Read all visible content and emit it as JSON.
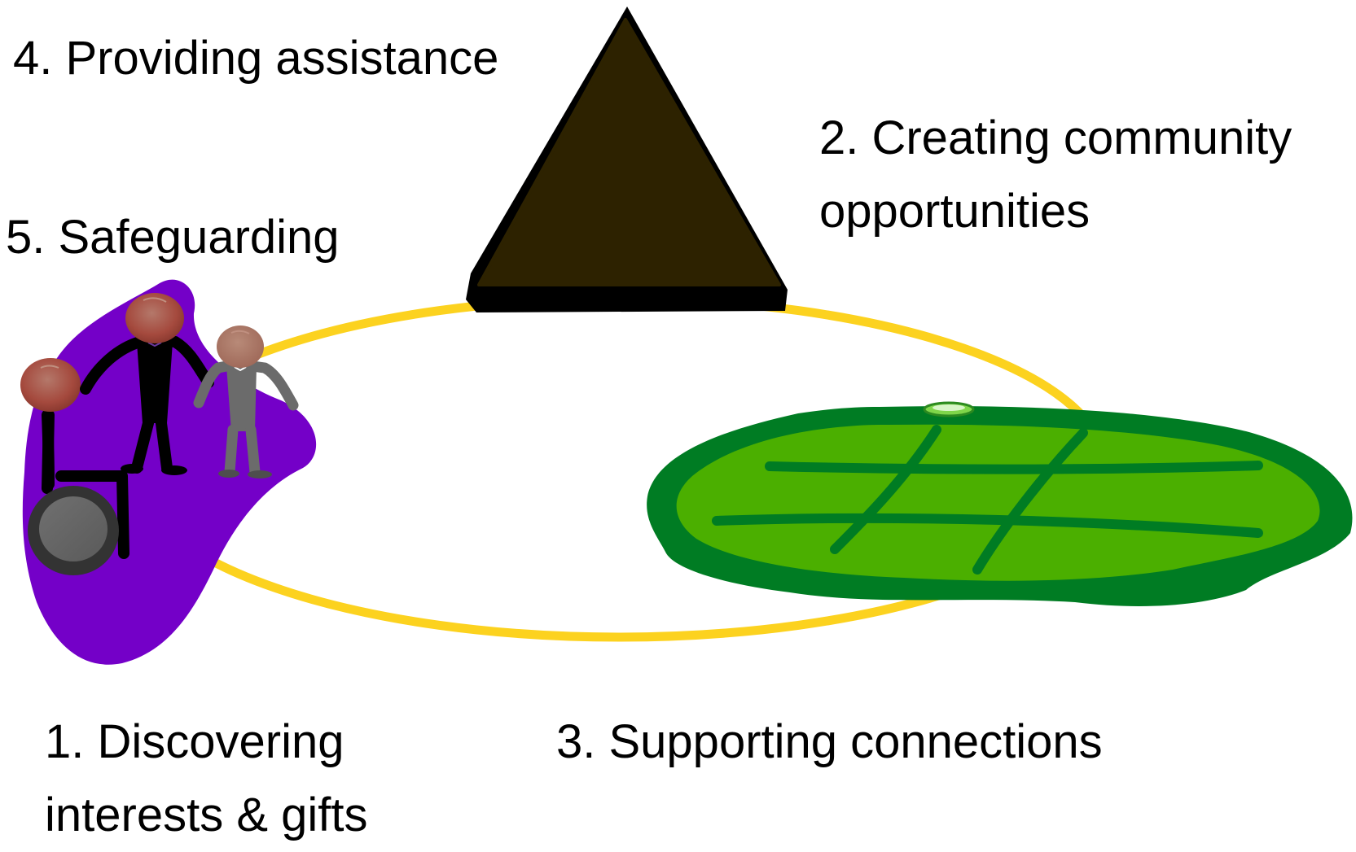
{
  "labels": {
    "step_4": "4. Providing assistance",
    "step_2_line1": "2. Creating community",
    "step_2_line2": "opportunities",
    "step_5": "5. Safeguarding",
    "step_1_line1": "1. Discovering",
    "step_1_line2": "interests & gifts",
    "step_3": "3. Supporting connections"
  },
  "colors": {
    "ring": "#fcd21f",
    "triangle_fill": "#2d2200",
    "purple_blob": "#7400c8",
    "green_dark": "#007c23",
    "green_light": "#4baf00",
    "head": "#a75a4c",
    "figure_dark": "#000000",
    "figure_grey": "#6b6b6b"
  }
}
